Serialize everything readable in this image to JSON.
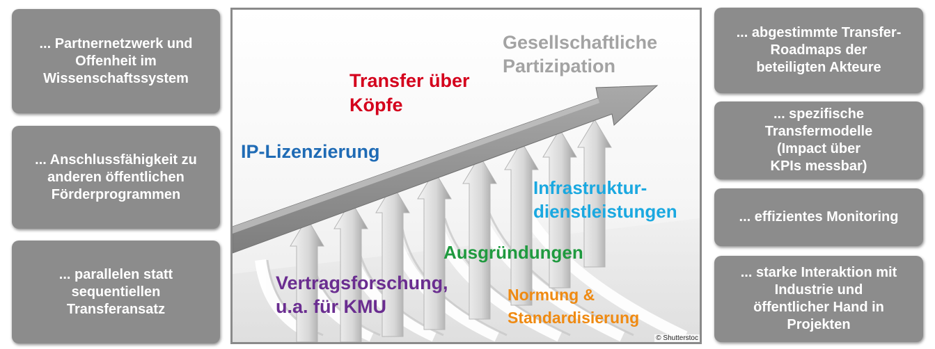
{
  "left_boxes": [
    "... Partnernetzwerk und\nOffenheit im\nWissenschaftssystem",
    "... Anschlussfähigkeit zu\nanderen öffentlichen\nFörderprogrammen",
    "... parallelen statt\nsequentiellen\nTransferansatz"
  ],
  "right_boxes": [
    "... abgestimmte Transfer-\nRoadmaps der\nbeteiligten Akteure",
    "... spezifische\nTransfermodelle\n(Impact über\nKPIs messbar)",
    "... effizientes Monitoring",
    "... starke Interaktion mit\nIndustrie und\nöffentlicher Hand in\nProjekten"
  ],
  "center": {
    "gesellschaftliche": "Gesellschaftliche\nPartizipation",
    "transfer_koepfe": "Transfer über\nKöpfe",
    "ip_lizenzierung": "IP-Lizenzierung",
    "infrastruktur": "Infrastruktur-\ndienstleistungen",
    "ausgruendungen": "Ausgründungen",
    "vertragsforschung": "Vertragsforschung,\nu.a. für KMU",
    "normung": "Normung &\nStandardisierung",
    "copyright": "© Shutterstoc"
  },
  "colors": {
    "box_gray": "#8c8c8c",
    "gesellschaftliche": "#a3a3a3",
    "transfer_koepfe": "#d4001c",
    "ip_lizenzierung": "#1f6bb5",
    "infrastruktur": "#1aa8e0",
    "ausgruendungen": "#1f9a3f",
    "vertragsforschung": "#6a2d90",
    "normung": "#ef8a12"
  }
}
